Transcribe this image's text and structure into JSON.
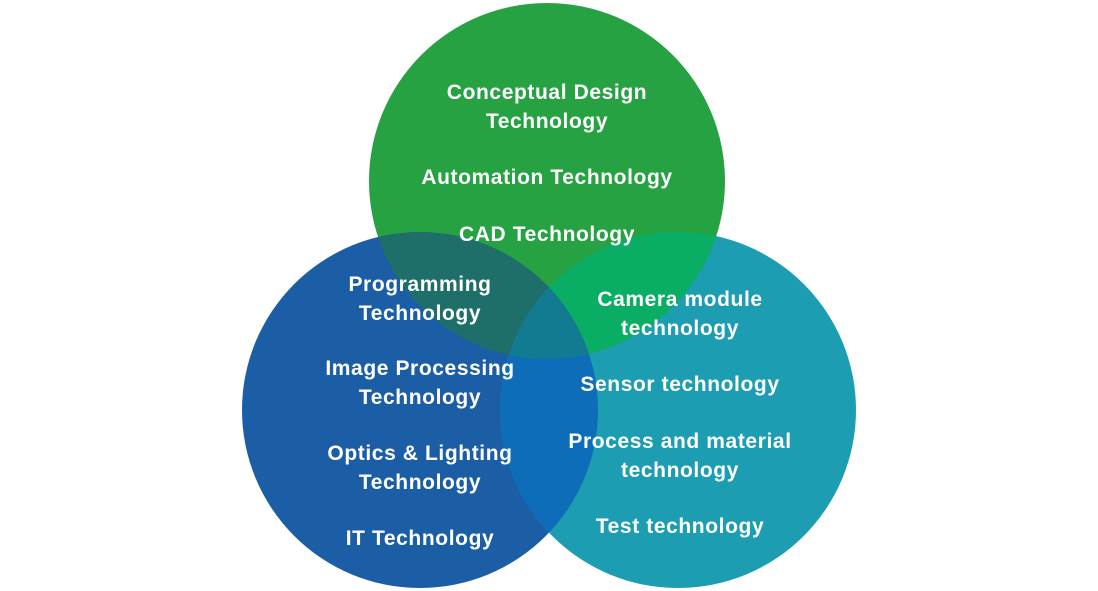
{
  "diagram": {
    "type": "venn",
    "colors": {
      "top": "#26a243",
      "left": "#1b5ea6",
      "right": "#1d9db1",
      "overlap_top_left": "#1e6e6a",
      "overlap_top_right": "#09ad63",
      "overlap_left_right": "#0d6db8",
      "overlap_center": "#127b92",
      "text": "#ffffff"
    },
    "circles": [
      {
        "id": "top",
        "labels": [
          "Conceptual Design\nTechnology",
          "Automation Technology",
          "CAD Technology"
        ]
      },
      {
        "id": "left",
        "labels": [
          "Programming\nTechnology",
          "Image Processing\nTechnology",
          "Optics & Lighting\nTechnology",
          "IT Technology"
        ]
      },
      {
        "id": "right",
        "labels": [
          "Camera module\ntechnology",
          "Sensor technology",
          "Process and material\ntechnology",
          "Test technology"
        ]
      }
    ]
  }
}
